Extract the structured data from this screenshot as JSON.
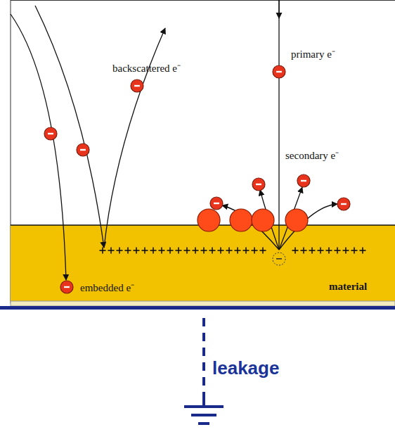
{
  "diagram": {
    "labels": [
      "backscattered e⁻",
      "primary e⁻",
      "secondary e⁻",
      "embedded e⁻",
      "material",
      "leakage"
    ]
  }
}
